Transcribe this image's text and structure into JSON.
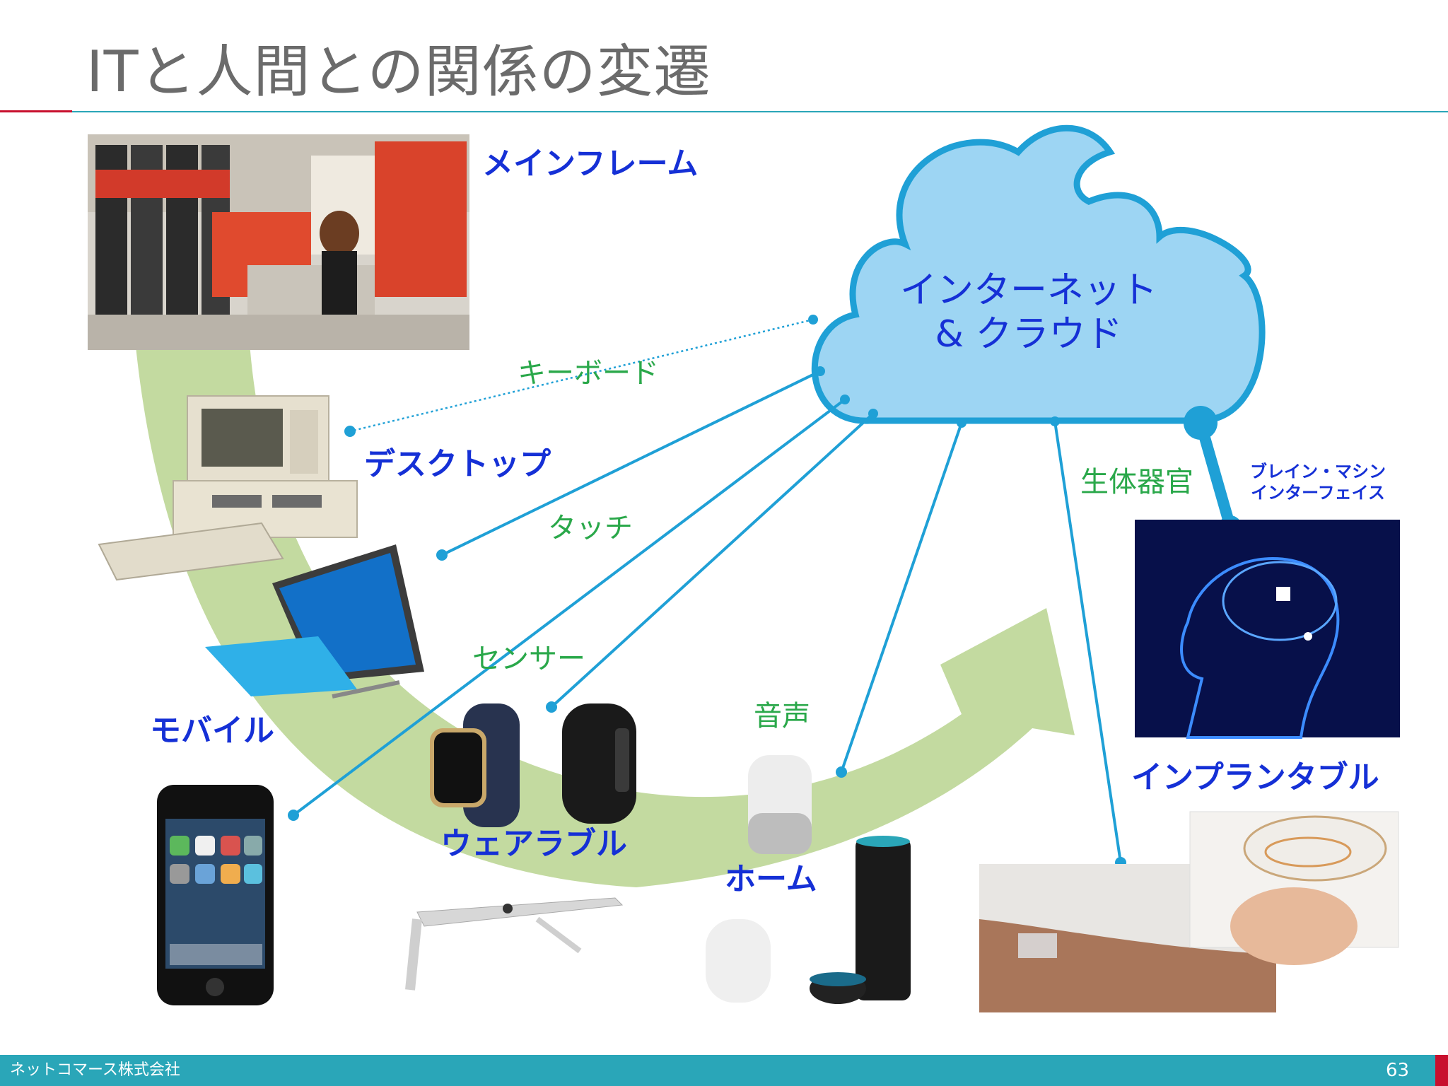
{
  "title": "ITと人間との関係の変遷",
  "cloud_label_line1": "インターネット",
  "cloud_label_line2": "& クラウド",
  "categories": {
    "mainframe": "メインフレーム",
    "desktop": "デスクトップ",
    "mobile": "モバイル",
    "wearable": "ウェアラブル",
    "home": "ホーム",
    "implantable": "インプランタブル"
  },
  "interfaces": {
    "keyboard": "キーボード",
    "touch": "タッチ",
    "sensor": "センサー",
    "voice": "音声",
    "body_organ": "生体器官",
    "bmi_line1": "ブレイン・マシン",
    "bmi_line2": "インターフェイス"
  },
  "colors": {
    "accent_red": "#c8102e",
    "teal": "#2aa6b8",
    "category_blue": "#1530d6",
    "interface_green": "#2aa84a",
    "cloud_fill": "#9dd5f3",
    "cloud_stroke": "#1fa0d6",
    "arrow_green": "#b9d48f"
  },
  "footer": {
    "company": "ネットコマース株式会社",
    "page_number": "63"
  }
}
